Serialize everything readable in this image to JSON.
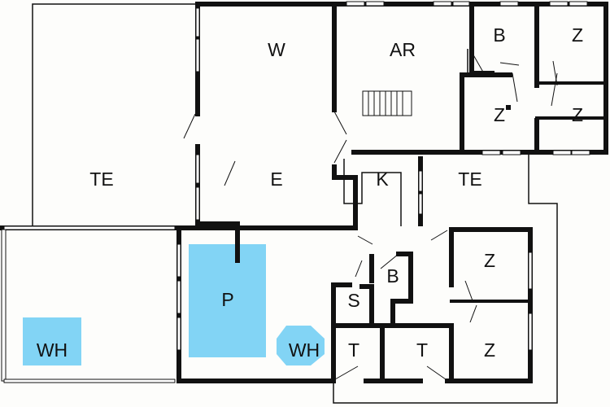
{
  "title": "Floor plan",
  "colors": {
    "water": "#82d4f5",
    "wall": "#111111",
    "background": "#fdfdfb"
  },
  "rooms": {
    "terrace_left": "TE",
    "living": "W",
    "workroom": "AR",
    "bath_top": "B",
    "bed_top_right": "Z",
    "bed_mid_left": "Z",
    "bed_mid_right": "Z",
    "entrance": "E",
    "kitchen": "K",
    "terrace_right": "TE",
    "pool": "P",
    "whirlpool_left": "WH",
    "whirlpool_right": "WH",
    "bath_lower": "B",
    "sauna": "S",
    "toilet_left": "T",
    "toilet_right": "T",
    "bed_lower_top": "Z",
    "bed_lower_bottom": "Z"
  }
}
